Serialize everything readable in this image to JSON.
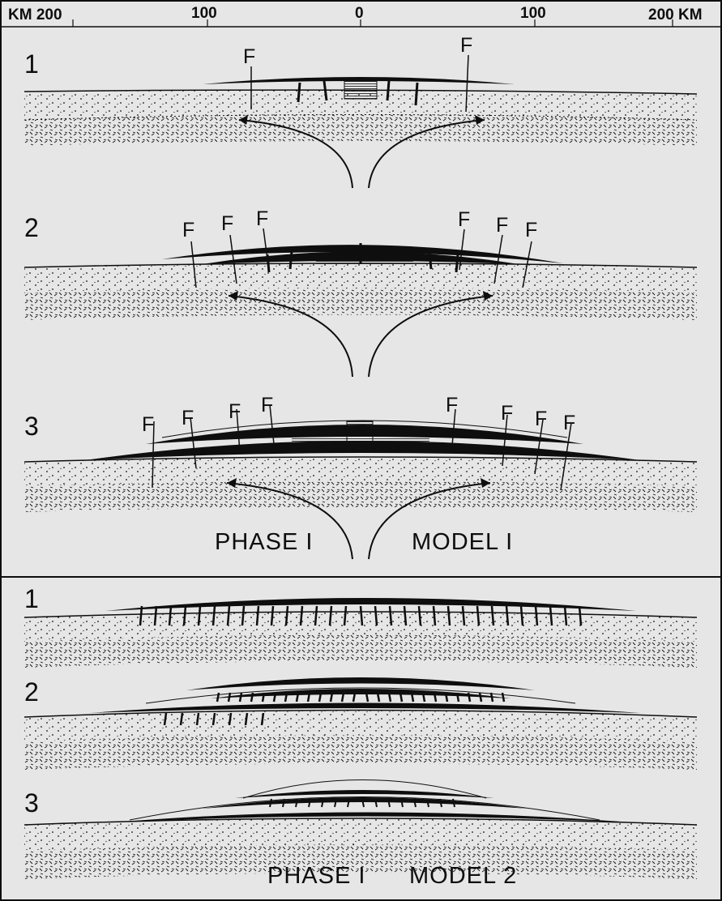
{
  "scale_bar": {
    "left_label": "KM 200",
    "tick_100_left": "100",
    "tick_0": "0",
    "tick_100_right": "100",
    "right_label": "200 KM"
  },
  "panels": [
    {
      "caption_phase": "PHASE I",
      "caption_model": "MODEL I",
      "stages": [
        {
          "number": "1",
          "fault_labels": [
            "F",
            "F"
          ]
        },
        {
          "number": "2",
          "fault_labels": [
            "F",
            "F",
            "F",
            "F",
            "F",
            "F"
          ]
        },
        {
          "number": "3",
          "fault_labels": [
            "F",
            "F",
            "F",
            "F",
            "F",
            "F",
            "F",
            "F"
          ]
        }
      ]
    },
    {
      "caption_phase": "PHASE I",
      "caption_model": "MODEL 2",
      "stages": [
        {
          "number": "1",
          "fault_labels": []
        },
        {
          "number": "2",
          "fault_labels": []
        },
        {
          "number": "3",
          "fault_labels": []
        }
      ]
    }
  ],
  "colors": {
    "ink": "#0e0e0e",
    "paper": "#e6e6e6"
  }
}
